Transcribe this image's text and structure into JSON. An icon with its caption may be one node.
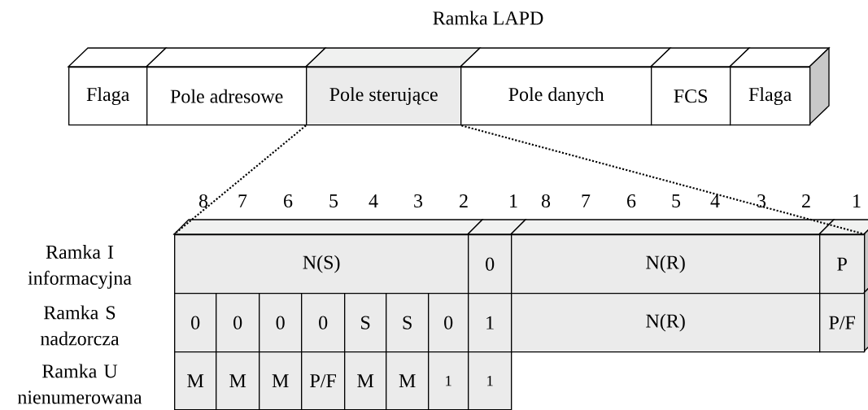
{
  "diagram": {
    "title": "Ramka LAPD",
    "nodes": [
      {
        "text": [
          "Flaga"
        ]
      },
      {
        "text": [
          "Pole adresowe"
        ]
      },
      {
        "text": [
          "Pole sterujące"
        ]
      },
      {
        "text": [
          "Pole danych"
        ]
      },
      {
        "text": [
          "FCS"
        ]
      },
      {
        "text": [
          "Flaga"
        ]
      },
      {
        "text": [
          "N(S)"
        ]
      },
      {
        "text": [
          "0"
        ]
      },
      {
        "text": [
          "N(R)"
        ]
      },
      {
        "text": [
          "P"
        ]
      },
      {
        "text": [
          "0"
        ]
      },
      {
        "text": [
          "0"
        ]
      },
      {
        "text": [
          "0"
        ]
      },
      {
        "text": [
          "0"
        ]
      },
      {
        "text": [
          "S"
        ]
      },
      {
        "text": [
          "S"
        ]
      },
      {
        "text": [
          "0"
        ]
      },
      {
        "text": [
          "1"
        ]
      },
      {
        "text": [
          "N(R)"
        ]
      },
      {
        "text": [
          "P/F"
        ]
      },
      {
        "text": [
          "M"
        ]
      },
      {
        "text": [
          "M"
        ]
      },
      {
        "text": [
          "M"
        ]
      },
      {
        "text": [
          "P/F"
        ]
      },
      {
        "text": [
          "M"
        ]
      },
      {
        "text": [
          "M"
        ]
      },
      {
        "text": [
          "1"
        ]
      },
      {
        "text": [
          "1"
        ]
      }
    ],
    "edges": [
      {
        "from": 2,
        "to": 6,
        "arrow": "none",
        "style": "dashed"
      },
      {
        "from": 2,
        "to": 9,
        "arrow": "none",
        "style": "dashed"
      }
    ],
    "labels": [
      "8",
      "7",
      "6",
      "5",
      "4",
      "3",
      "2",
      "1",
      "8",
      "7",
      "6",
      "5",
      "4",
      "3",
      "2",
      "1",
      "Ramka I informacyjna",
      "Ramka S nadzorcza",
      "Ramka U nienumerowana"
    ]
  }
}
